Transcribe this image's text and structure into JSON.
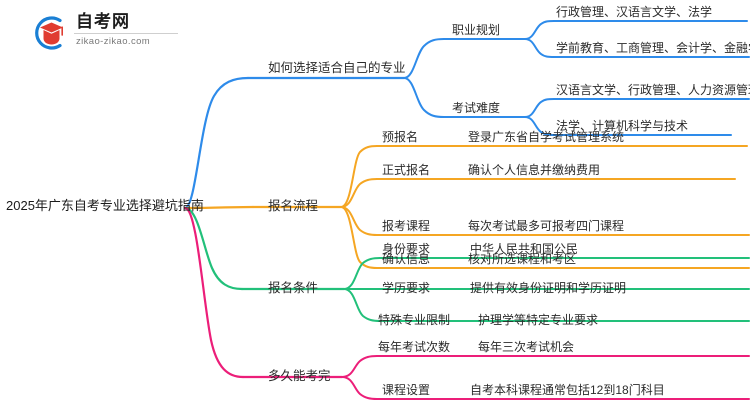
{
  "logo": {
    "cn_name": "自考网",
    "domain": "zikao-zikao.com",
    "mark_blue": "#1a7fd4",
    "mark_red": "#e03c31"
  },
  "colors": {
    "background": "#ffffff",
    "text": "#2b2b2b",
    "branch_blue": "#2e8bea",
    "branch_orange": "#f5a623",
    "branch_green": "#22c07a",
    "branch_pink": "#ec1e79"
  },
  "mindmap": {
    "root": {
      "label": "2025年广东自考专业选择避坑指南"
    },
    "branches": [
      {
        "label": "如何选择适合自己的专业",
        "color": "#2e8bea",
        "children": [
          {
            "label": "职业规划",
            "children": [
              {
                "label": "行政管理、汉语言文学、法学"
              },
              {
                "label": "学前教育、工商管理、会计学、金融学"
              }
            ]
          },
          {
            "label": "考试难度",
            "children": [
              {
                "label": "汉语言文学、行政管理、人力资源管理"
              },
              {
                "label": "法学、计算机科学与技术"
              }
            ]
          }
        ]
      },
      {
        "label": "报名流程",
        "color": "#f5a623",
        "children": [
          {
            "label": "预报名",
            "children": [
              {
                "label": "登录广东省自学考试管理系统"
              }
            ]
          },
          {
            "label": "正式报名",
            "children": [
              {
                "label": "确认个人信息并缴纳费用"
              }
            ]
          },
          {
            "label": "报考课程",
            "children": [
              {
                "label": "每次考试最多可报考四门课程"
              }
            ]
          },
          {
            "label": "确认信息",
            "children": [
              {
                "label": "核对所选课程和考区"
              }
            ]
          }
        ]
      },
      {
        "label": "报名条件",
        "color": "#22c07a",
        "children": [
          {
            "label": "身份要求",
            "children": [
              {
                "label": "中华人民共和国公民"
              }
            ]
          },
          {
            "label": "学历要求",
            "children": [
              {
                "label": "提供有效身份证明和学历证明"
              }
            ]
          },
          {
            "label": "特殊专业限制",
            "children": [
              {
                "label": "护理学等特定专业要求"
              }
            ]
          }
        ]
      },
      {
        "label": "多久能考完",
        "color": "#ec1e79",
        "children": [
          {
            "label": "每年考试次数",
            "children": [
              {
                "label": "每年三次考试机会"
              }
            ]
          },
          {
            "label": "课程设置",
            "children": [
              {
                "label": "自考本科课程通常包括12到18门科目"
              }
            ]
          }
        ]
      }
    ]
  }
}
